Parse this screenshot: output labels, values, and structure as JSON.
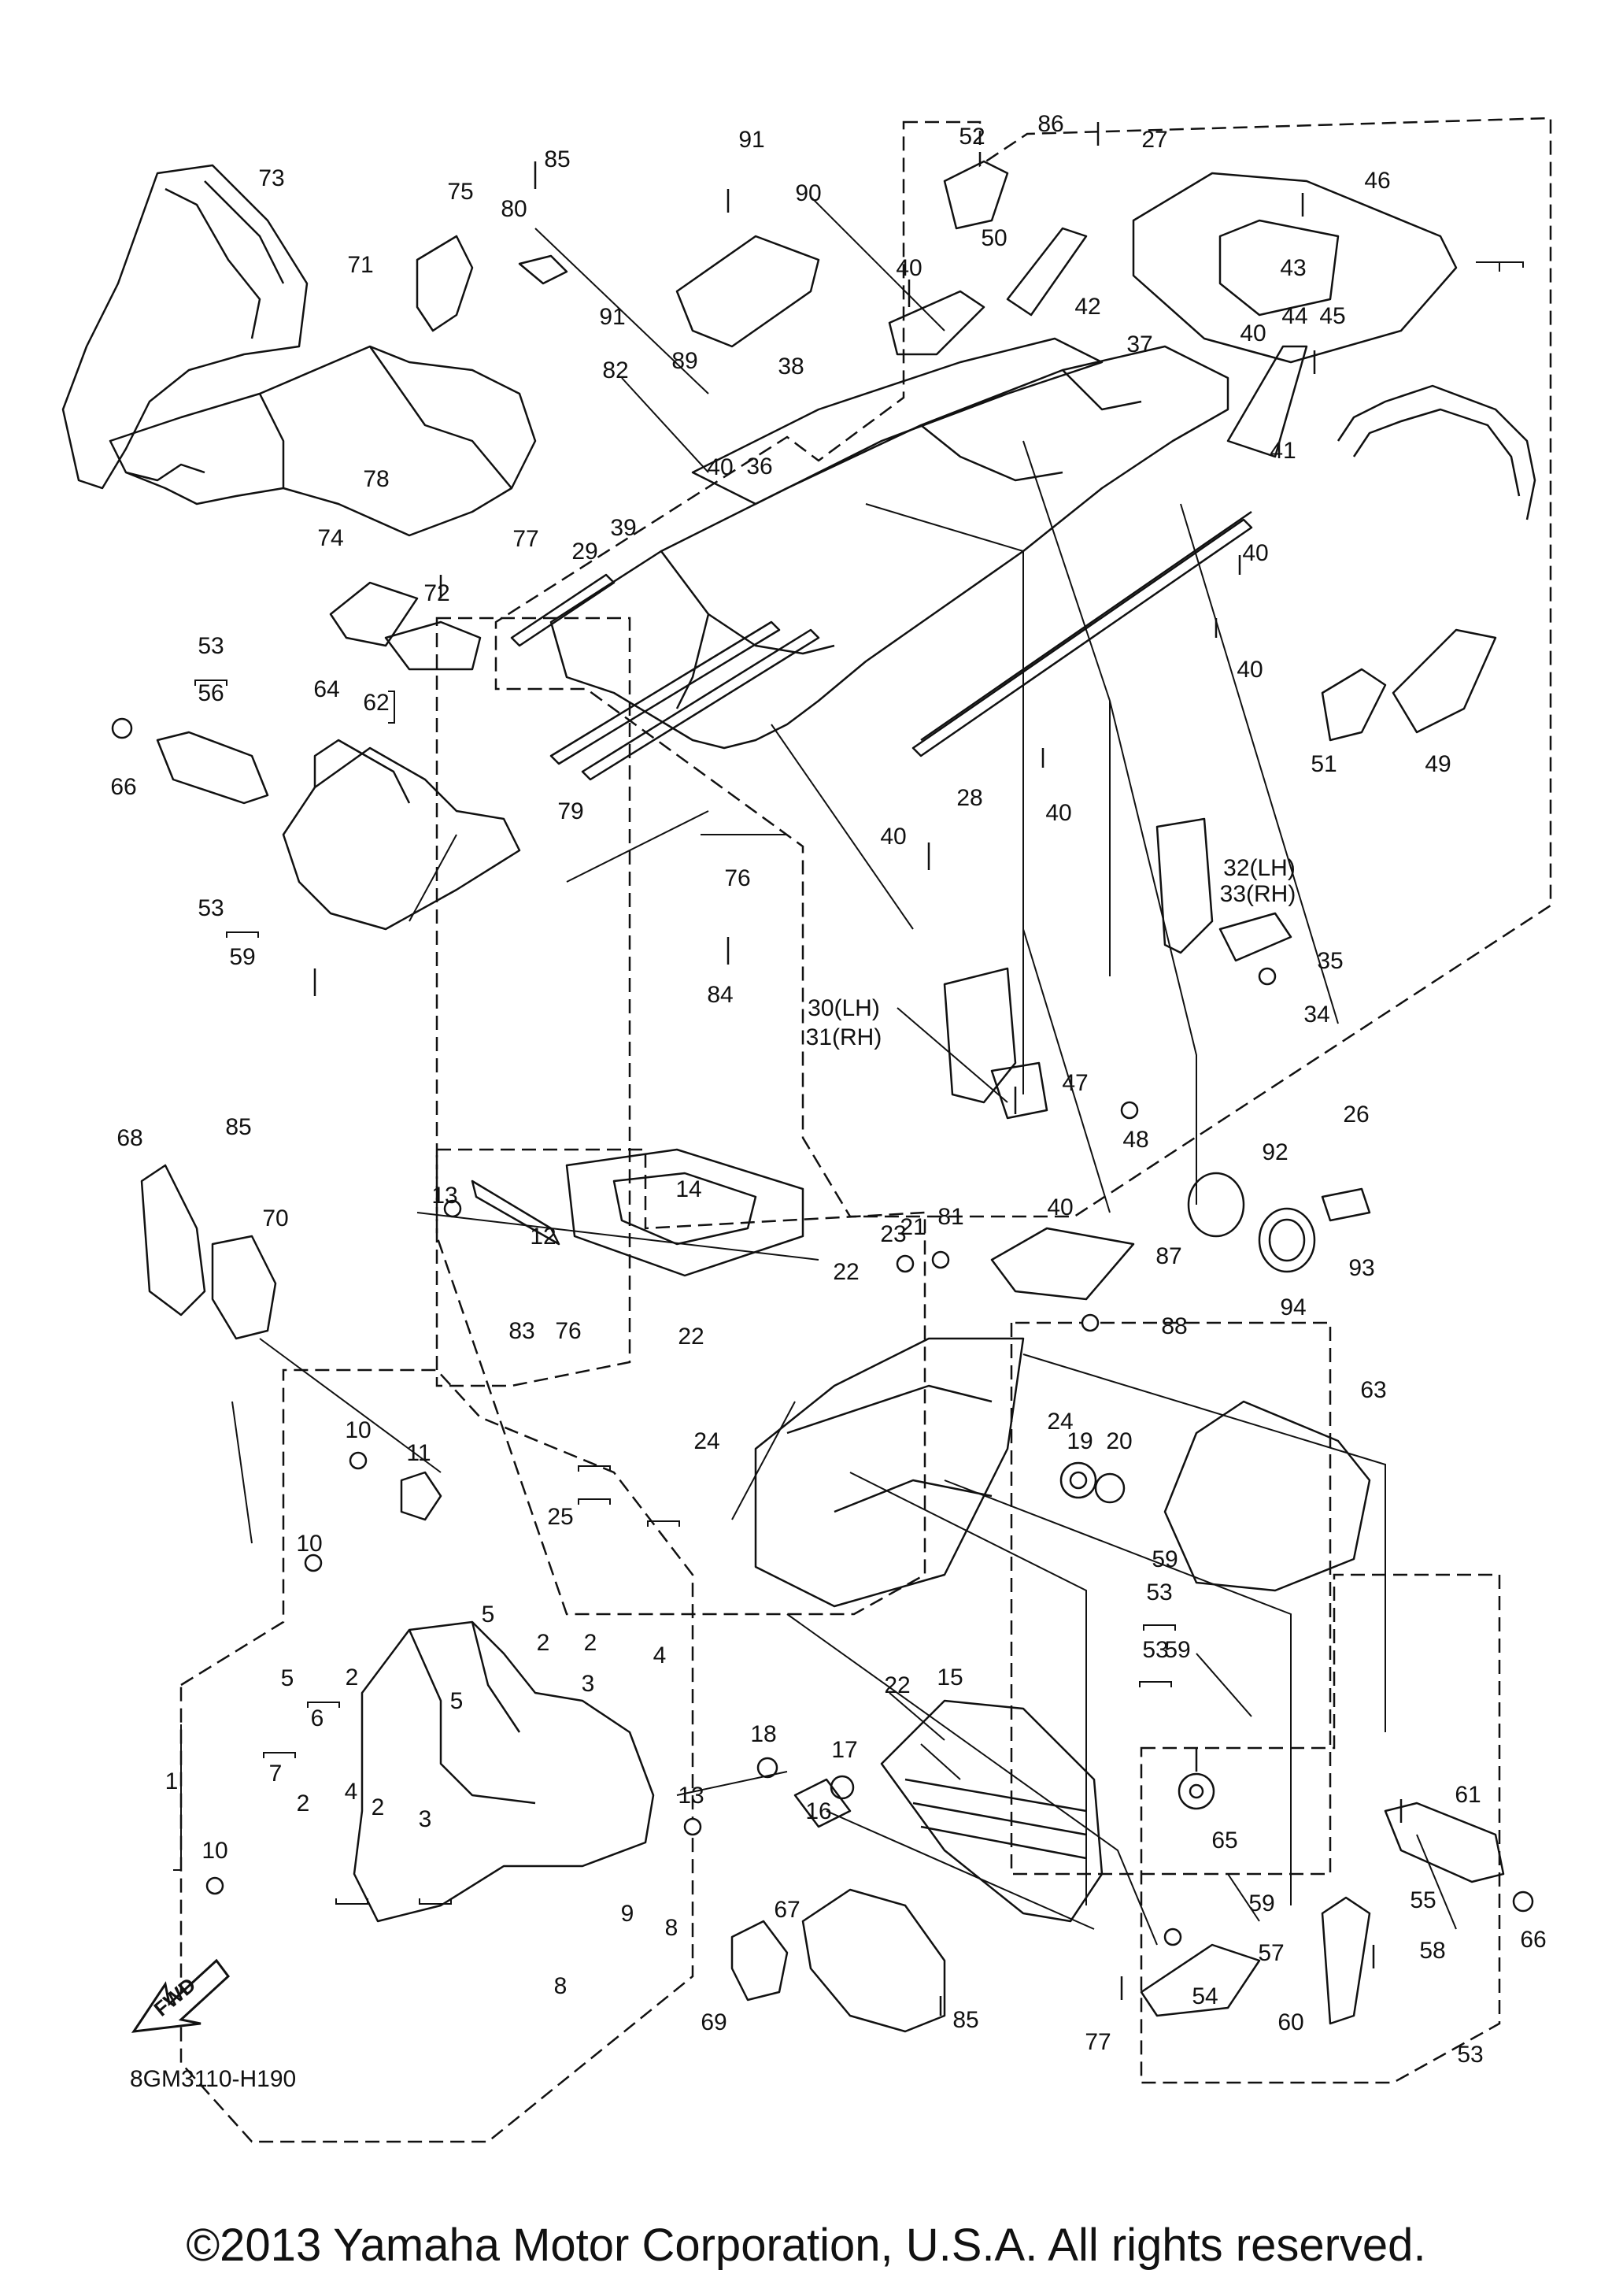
{
  "diagram": {
    "figure_id": "8GM3110-H190",
    "fwd_label": "FWD",
    "callouts": [
      "1",
      "2",
      "2",
      "2",
      "2",
      "2",
      "3",
      "3",
      "4",
      "4",
      "5",
      "5",
      "5",
      "6",
      "7",
      "8",
      "8",
      "9",
      "10",
      "10",
      "10",
      "11",
      "12",
      "13",
      "13",
      "14",
      "15",
      "16",
      "17",
      "18",
      "19",
      "20",
      "21",
      "22",
      "22",
      "22",
      "23",
      "24",
      "24",
      "25",
      "26",
      "27",
      "28",
      "29",
      "30(LH)",
      "31(RH)",
      "32(LH)",
      "33(RH)",
      "34",
      "35",
      "36",
      "37",
      "38",
      "39",
      "40",
      "40",
      "40",
      "40",
      "40",
      "40",
      "40",
      "40",
      "41",
      "42",
      "43",
      "44",
      "45",
      "46",
      "47",
      "48",
      "49",
      "50",
      "51",
      "52",
      "53",
      "53",
      "53",
      "53",
      "53",
      "54",
      "55",
      "56",
      "57",
      "58",
      "59",
      "59",
      "59",
      "59",
      "60",
      "61",
      "62",
      "63",
      "64",
      "65",
      "66",
      "66",
      "67",
      "68",
      "69",
      "70",
      "71",
      "72",
      "73",
      "74",
      "75",
      "76",
      "76",
      "77",
      "77",
      "78",
      "79",
      "80",
      "81",
      "82",
      "83",
      "84",
      "85",
      "85",
      "85",
      "86",
      "87",
      "88",
      "89",
      "90",
      "91",
      "91",
      "92",
      "93",
      "94"
    ]
  },
  "copyright": "©2013 Yamaha Motor Corporation, U.S.A. All rights reserved."
}
